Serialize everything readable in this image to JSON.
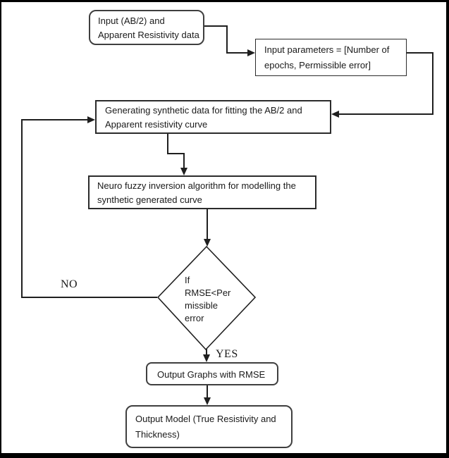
{
  "labels": {
    "no": "NO",
    "yes": "YES"
  },
  "nodes": {
    "input_data": {
      "line1": "Input (AB/2) and",
      "line2": "Apparent Resistivity data"
    },
    "input_params": {
      "line1": "Input parameters = [Number of",
      "line2": "epochs, Permissible error]"
    },
    "generate_synthetic": {
      "line1": "Generating synthetic data for fitting the AB/2 and",
      "line2": "Apparent resistivity curve"
    },
    "neuro_fuzzy": {
      "line1": "Neuro fuzzy inversion algorithm for modelling the",
      "line2": "synthetic generated curve"
    },
    "decision": {
      "line1": "If",
      "line2": "RMSE<Per",
      "line3": "missible",
      "line4": "error"
    },
    "output_graphs": {
      "line1": "Output Graphs with RMSE"
    },
    "output_model": {
      "line1": "Output Model (True Resistivity and",
      "line2": "Thickness)"
    }
  },
  "colors": {
    "line": "#1f1f1f",
    "rect_border": "#2b2b2b",
    "rounded_border": "#3f3f3f",
    "text": "#1a1a1a",
    "background": "#ffffff",
    "frame": "#000000"
  }
}
